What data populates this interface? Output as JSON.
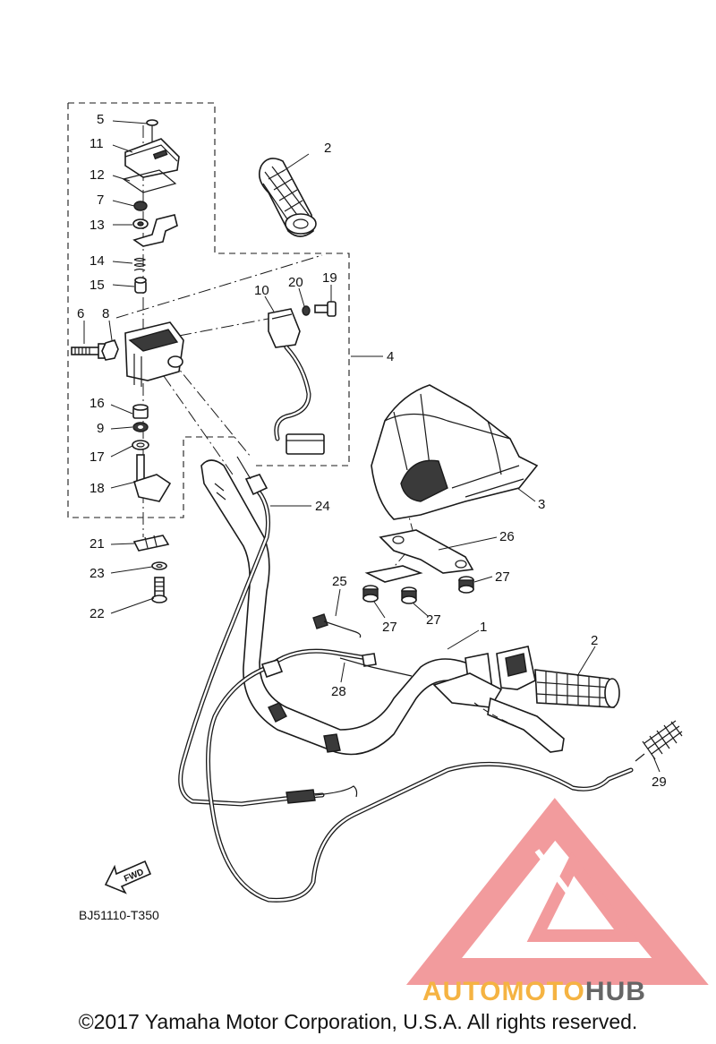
{
  "diagram": {
    "callouts": [
      {
        "id": "c2a",
        "text": "2"
      },
      {
        "id": "c5",
        "text": "5"
      },
      {
        "id": "c11",
        "text": "11"
      },
      {
        "id": "c12",
        "text": "12"
      },
      {
        "id": "c7",
        "text": "7"
      },
      {
        "id": "c13",
        "text": "13"
      },
      {
        "id": "c14",
        "text": "14"
      },
      {
        "id": "c15",
        "text": "15"
      },
      {
        "id": "c6",
        "text": "6"
      },
      {
        "id": "c8",
        "text": "8"
      },
      {
        "id": "c10",
        "text": "10"
      },
      {
        "id": "c20",
        "text": "20"
      },
      {
        "id": "c19",
        "text": "19"
      },
      {
        "id": "c4",
        "text": "4"
      },
      {
        "id": "c16",
        "text": "16"
      },
      {
        "id": "c9",
        "text": "9"
      },
      {
        "id": "c17",
        "text": "17"
      },
      {
        "id": "c18",
        "text": "18"
      },
      {
        "id": "c3",
        "text": "3"
      },
      {
        "id": "c24",
        "text": "24"
      },
      {
        "id": "c26",
        "text": "26"
      },
      {
        "id": "c21",
        "text": "21"
      },
      {
        "id": "c23",
        "text": "23"
      },
      {
        "id": "c22",
        "text": "22"
      },
      {
        "id": "c27a",
        "text": "27"
      },
      {
        "id": "c25",
        "text": "25"
      },
      {
        "id": "c27b",
        "text": "27"
      },
      {
        "id": "c27c",
        "text": "27"
      },
      {
        "id": "c1",
        "text": "1"
      },
      {
        "id": "c2b",
        "text": "2"
      },
      {
        "id": "c28",
        "text": "28"
      },
      {
        "id": "c29",
        "text": "29"
      }
    ],
    "fwd_label": "FWD",
    "diagram_code": "BJ51110-T350",
    "watermark": {
      "part1": "AUTO",
      "part2": "MOTO",
      "part3": "HUB"
    },
    "copyright": "©2017 Yamaha Motor Corporation, U.S.A. All rights reserved."
  },
  "colors": {
    "ink": "#1a1a1a",
    "watermark_red": "#e8585a",
    "watermark_orange": "#f5b342",
    "watermark_grey": "#666666"
  }
}
